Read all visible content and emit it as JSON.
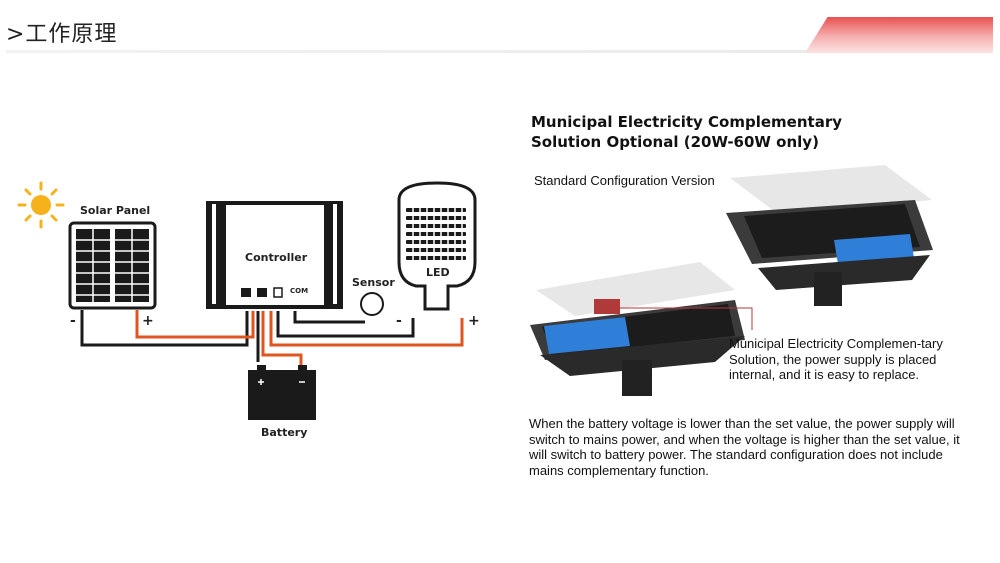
{
  "header": {
    "title": ">工作原理"
  },
  "diagram": {
    "solar_panel_label": "Solar Panel",
    "controller_label": "Controller",
    "sensor_label": "Sensor",
    "led_label": "LED",
    "battery_label": "Battery",
    "com_label": "COM",
    "minus_sign": "-",
    "plus_sign": "+"
  },
  "right": {
    "title": "Municipal Electricity Complementary Solution Optional (20W-60W only)",
    "standard_version": "Standard Configuration Version",
    "mec_description": "Municipal Electricity Complemen-tary Solution, the power supply is placed internal, and it is easy to replace.",
    "paragraph": "When the battery voltage is lower than the set value, the power supply will switch to mains power, and when the voltage is higher than the set value, it will switch to battery power. The standard configuration does not include mains complementary function."
  },
  "colors": {
    "wire_black": "#1a1a1a",
    "wire_orange": "#e0551f",
    "sun_yellow": "#f5b21b",
    "accent_red": "#e03a3a",
    "battery_blue": "#2f7fd8"
  }
}
